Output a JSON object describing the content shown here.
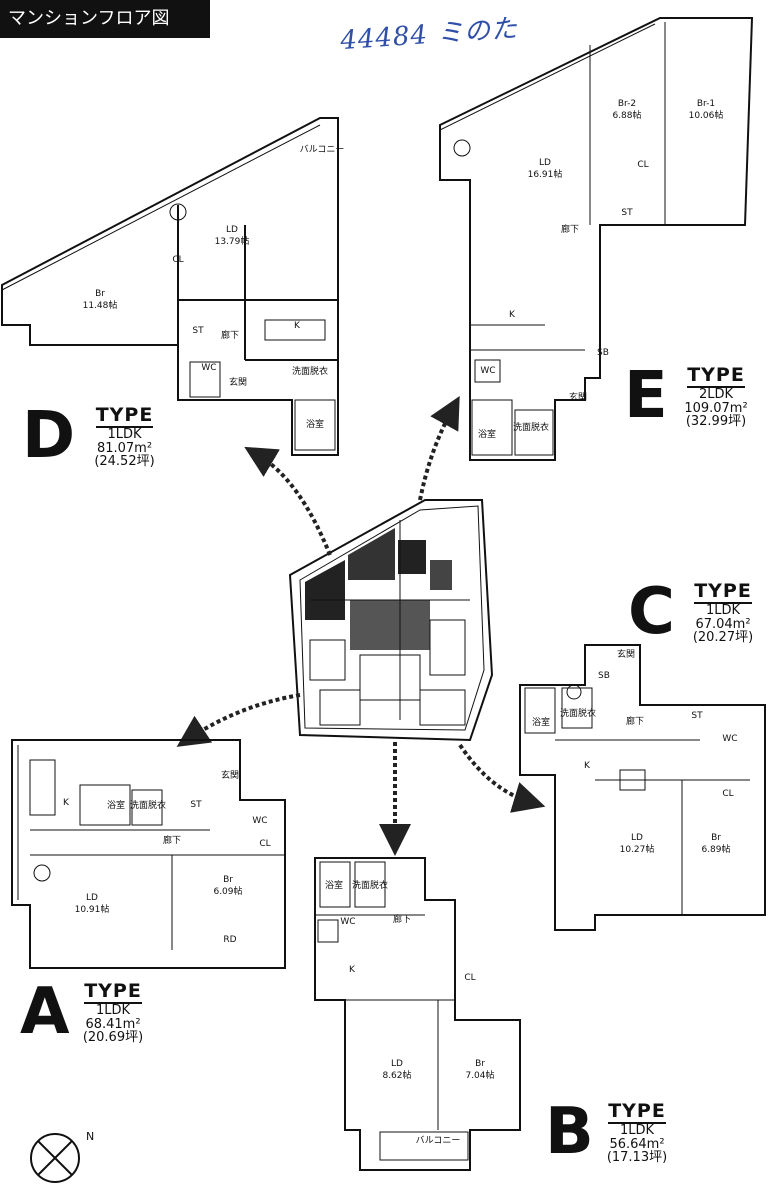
{
  "header": {
    "title": "マンションフロア図"
  },
  "handwritten_note": "44484 ミのた",
  "compass_label": "N",
  "types": [
    {
      "id": "D",
      "letter": "D",
      "word": "TYPE",
      "layout": "1LDK",
      "area": "81.07m²",
      "tsubo": "(24.52坪)",
      "rooms": [
        {
          "name": "LD",
          "size": "13.79帖"
        },
        {
          "name": "Br",
          "size": "11.48帖"
        },
        {
          "name": "K"
        },
        {
          "name": "ST"
        },
        {
          "name": "廊下"
        },
        {
          "name": "WC"
        },
        {
          "name": "玄関"
        },
        {
          "name": "洗面脱衣"
        },
        {
          "name": "浴室"
        },
        {
          "name": "CL"
        },
        {
          "name": "バルコニー"
        }
      ]
    },
    {
      "id": "E",
      "letter": "E",
      "word": "TYPE",
      "layout": "2LDK",
      "area": "109.07m²",
      "tsubo": "(32.99坪)",
      "rooms": [
        {
          "name": "LD",
          "size": "16.91帖"
        },
        {
          "name": "Br-2",
          "size": "6.88帖"
        },
        {
          "name": "Br-1",
          "size": "10.06帖"
        },
        {
          "name": "K"
        },
        {
          "name": "CL"
        },
        {
          "name": "ST"
        },
        {
          "name": "廊下"
        },
        {
          "name": "WC"
        },
        {
          "name": "SB"
        },
        {
          "name": "玄関"
        },
        {
          "name": "浴室"
        },
        {
          "name": "洗面脱衣"
        }
      ]
    },
    {
      "id": "C",
      "letter": "C",
      "word": "TYPE",
      "layout": "1LDK",
      "area": "67.04m²",
      "tsubo": "(20.27坪)",
      "rooms": [
        {
          "name": "LD",
          "size": "10.27帖"
        },
        {
          "name": "Br",
          "size": "6.89帖"
        },
        {
          "name": "玄関"
        },
        {
          "name": "SB"
        },
        {
          "name": "浴室"
        },
        {
          "name": "洗面脱衣"
        },
        {
          "name": "廊下"
        },
        {
          "name": "ST"
        },
        {
          "name": "WC"
        },
        {
          "name": "K"
        },
        {
          "name": "CL"
        }
      ]
    },
    {
      "id": "A",
      "letter": "A",
      "word": "TYPE",
      "layout": "1LDK",
      "area": "68.41m²",
      "tsubo": "(20.69坪)",
      "rooms": [
        {
          "name": "LD",
          "size": "10.91帖"
        },
        {
          "name": "Br",
          "size": "6.09帖"
        },
        {
          "name": "K"
        },
        {
          "name": "浴室"
        },
        {
          "name": "洗面脱衣"
        },
        {
          "name": "ST"
        },
        {
          "name": "玄関"
        },
        {
          "name": "WC"
        },
        {
          "name": "廊下"
        },
        {
          "name": "CL"
        },
        {
          "name": "RD"
        }
      ]
    },
    {
      "id": "B",
      "letter": "B",
      "word": "TYPE",
      "layout": "1LDK",
      "area": "56.64m²",
      "tsubo": "(17.13坪)",
      "rooms": [
        {
          "name": "LD",
          "size": "8.62帖"
        },
        {
          "name": "Br",
          "size": "7.04帖"
        },
        {
          "name": "浴室"
        },
        {
          "name": "洗面脱衣"
        },
        {
          "name": "WC"
        },
        {
          "name": "廊下"
        },
        {
          "name": "K"
        },
        {
          "name": "CL"
        },
        {
          "name": "バルコニー"
        }
      ]
    }
  ]
}
